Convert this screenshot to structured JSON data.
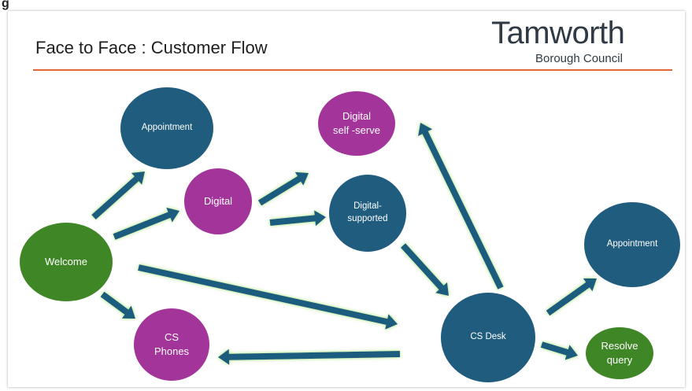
{
  "header": {
    "cropped_glyph": "g"
  },
  "slide": {
    "title": "Face to Face : Customer Flow",
    "logo": {
      "name": "Tamworth",
      "subtitle": "Borough Council"
    }
  },
  "nodes": {
    "welcome": "Welcome",
    "appointment_left": "Appointment",
    "digital": "Digital",
    "digital_self_serve": "Digital\nself -serve",
    "digital_supported": "Digital-\nsupported",
    "cs_phones": "CS\nPhones",
    "cs_desk": "CS Desk",
    "appointment_right": "Appointment",
    "resolve_query": "Resolve\nquery"
  },
  "edges": [
    [
      "welcome",
      "appointment_left"
    ],
    [
      "welcome",
      "digital"
    ],
    [
      "welcome",
      "cs_desk"
    ],
    [
      "welcome",
      "cs_phones"
    ],
    [
      "digital",
      "digital_self_serve"
    ],
    [
      "digital",
      "digital_supported"
    ],
    [
      "digital_supported",
      "cs_desk"
    ],
    [
      "cs_desk",
      "digital_self_serve"
    ],
    [
      "cs_desk",
      "cs_phones"
    ],
    [
      "cs_desk",
      "appointment_right"
    ],
    [
      "cs_desk",
      "resolve_query"
    ]
  ],
  "colors": {
    "blue": "#1f5c7e",
    "purple": "#a3359a",
    "green": "#3f8626",
    "arrow": "#1f5c7e",
    "arrow_glow": "#9ee06a",
    "rule": "#e0663a"
  }
}
